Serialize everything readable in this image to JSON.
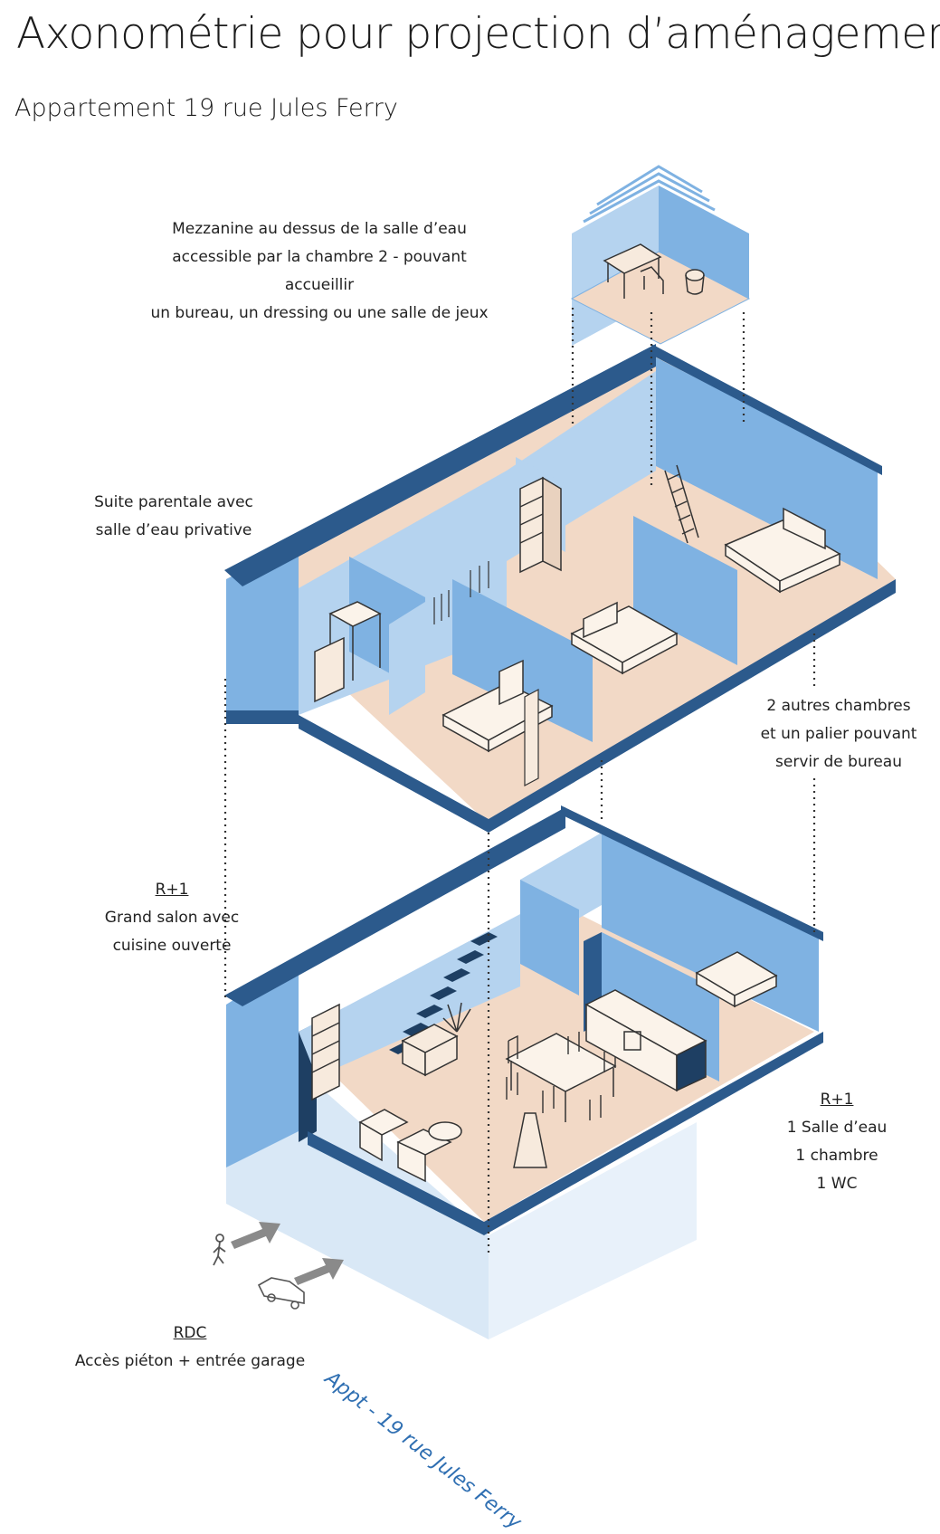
{
  "header": {
    "title": "Axonométrie pour projection d’aménagement",
    "subtitle": "Appartement 19 rue Jules Ferry"
  },
  "annotations": {
    "mezzanine": {
      "lines": [
        "Mezzanine au dessus de la salle d’eau",
        "accessible par la chambre 2 - pouvant accueillir",
        "un bureau, un dressing ou une salle de jeux"
      ]
    },
    "suite": {
      "lines": [
        "Suite parentale avec",
        "salle d’eau privative"
      ]
    },
    "chambres": {
      "lines": [
        "2 autres chambres",
        "et un palier pouvant",
        "servir de bureau"
      ]
    },
    "salon": {
      "level": "R+1",
      "lines": [
        "Grand salon avec",
        "cuisine ouverte"
      ]
    },
    "sdeau": {
      "level": "R+1",
      "lines": [
        "1 Salle d’eau",
        "1 chambre",
        "1 WC"
      ]
    },
    "rdc": {
      "level": "RDC",
      "lines": [
        "Accès piéton + entrée garage"
      ]
    }
  },
  "street_label": "Appt - 19 rue Jules Ferry",
  "colors": {
    "dark_blue": "#2c5a8c",
    "mid_blue": "#7fb2e2",
    "light_blue": "#b5d3ef",
    "pale_blue": "#d9e8f6",
    "floor": "#f2d9c6",
    "ink": "#1c1c1c"
  },
  "icons": [
    "pedestrian-icon",
    "car-icon",
    "arrow-icon",
    "bed-icon",
    "table-icon",
    "chair-icon",
    "ladder-icon",
    "stair-icon",
    "shelf-icon",
    "armchair-icon",
    "plant-icon",
    "shower-icon",
    "kitchen-icon"
  ]
}
